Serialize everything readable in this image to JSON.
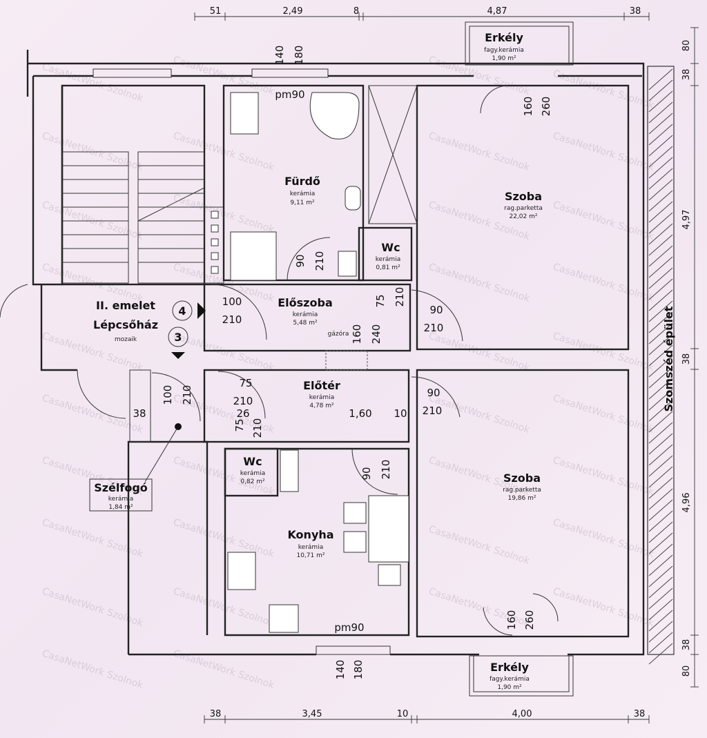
{
  "dimensions": {
    "top": [
      "51",
      "2,49",
      "8",
      "4,87",
      "38"
    ],
    "bottom": [
      "38",
      "3,45",
      "10",
      "4,00",
      "38"
    ],
    "right": [
      "80",
      "38",
      "4,97",
      "38",
      "4,96",
      "38",
      "80"
    ],
    "inner": [
      "1,60",
      "10",
      "38",
      "26"
    ]
  },
  "openings": {
    "door_small_a": "75",
    "door_small_b": "210",
    "door_std_a": "90",
    "door_std_b": "210",
    "door_entry_a": "100",
    "door_entry_b": "210",
    "window_a": "140",
    "window_b": "180",
    "balcony_a": "160",
    "balcony_b": "260",
    "hall_a": "160",
    "hall_b": "240",
    "pm_label": "pm90"
  },
  "rooms": {
    "erkely_top": {
      "name": "Erkély",
      "floor": "fagy.kerámia",
      "area": "1,90 m²"
    },
    "erkely_bottom": {
      "name": "Erkély",
      "floor": "fagy.kerámia",
      "area": "1,90 m²"
    },
    "furdo": {
      "name": "Fürdő",
      "floor": "kerámia",
      "area": "9,11 m²"
    },
    "szoba_top": {
      "name": "Szoba",
      "floor": "rag.parketta",
      "area": "22,02 m²"
    },
    "wc_top": {
      "name": "Wc",
      "floor": "kerámia",
      "area": "0,81 m²"
    },
    "eloszoba": {
      "name": "Előszoba",
      "floor": "kerámia",
      "area": "5,48 m²"
    },
    "gazora": "gázóra",
    "lepcsohaz": {
      "title": "II. emelet",
      "name": "Lépcsőház",
      "floor": "mozaik",
      "n4": "4",
      "n3": "3"
    },
    "eloter": {
      "name": "Előtér",
      "floor": "kerámia",
      "area": "4,78 m²"
    },
    "wc_bottom": {
      "name": "Wc",
      "floor": "kerámia",
      "area": "0,82 m²"
    },
    "szelfogo": {
      "name": "Szélfogó",
      "floor": "kerámia",
      "area": "1,84 m²"
    },
    "konyha": {
      "name": "Konyha",
      "floor": "kerámia",
      "area": "10,71 m²"
    },
    "szoba_bottom": {
      "name": "Szoba",
      "floor": "rag.parketta",
      "area": "19,86 m²"
    },
    "neighbor": "Szomszéd épület"
  },
  "watermark": "CasaNetWork Szolnok",
  "colors": {
    "line": "#222222",
    "watermark": "#c9b8c8"
  }
}
